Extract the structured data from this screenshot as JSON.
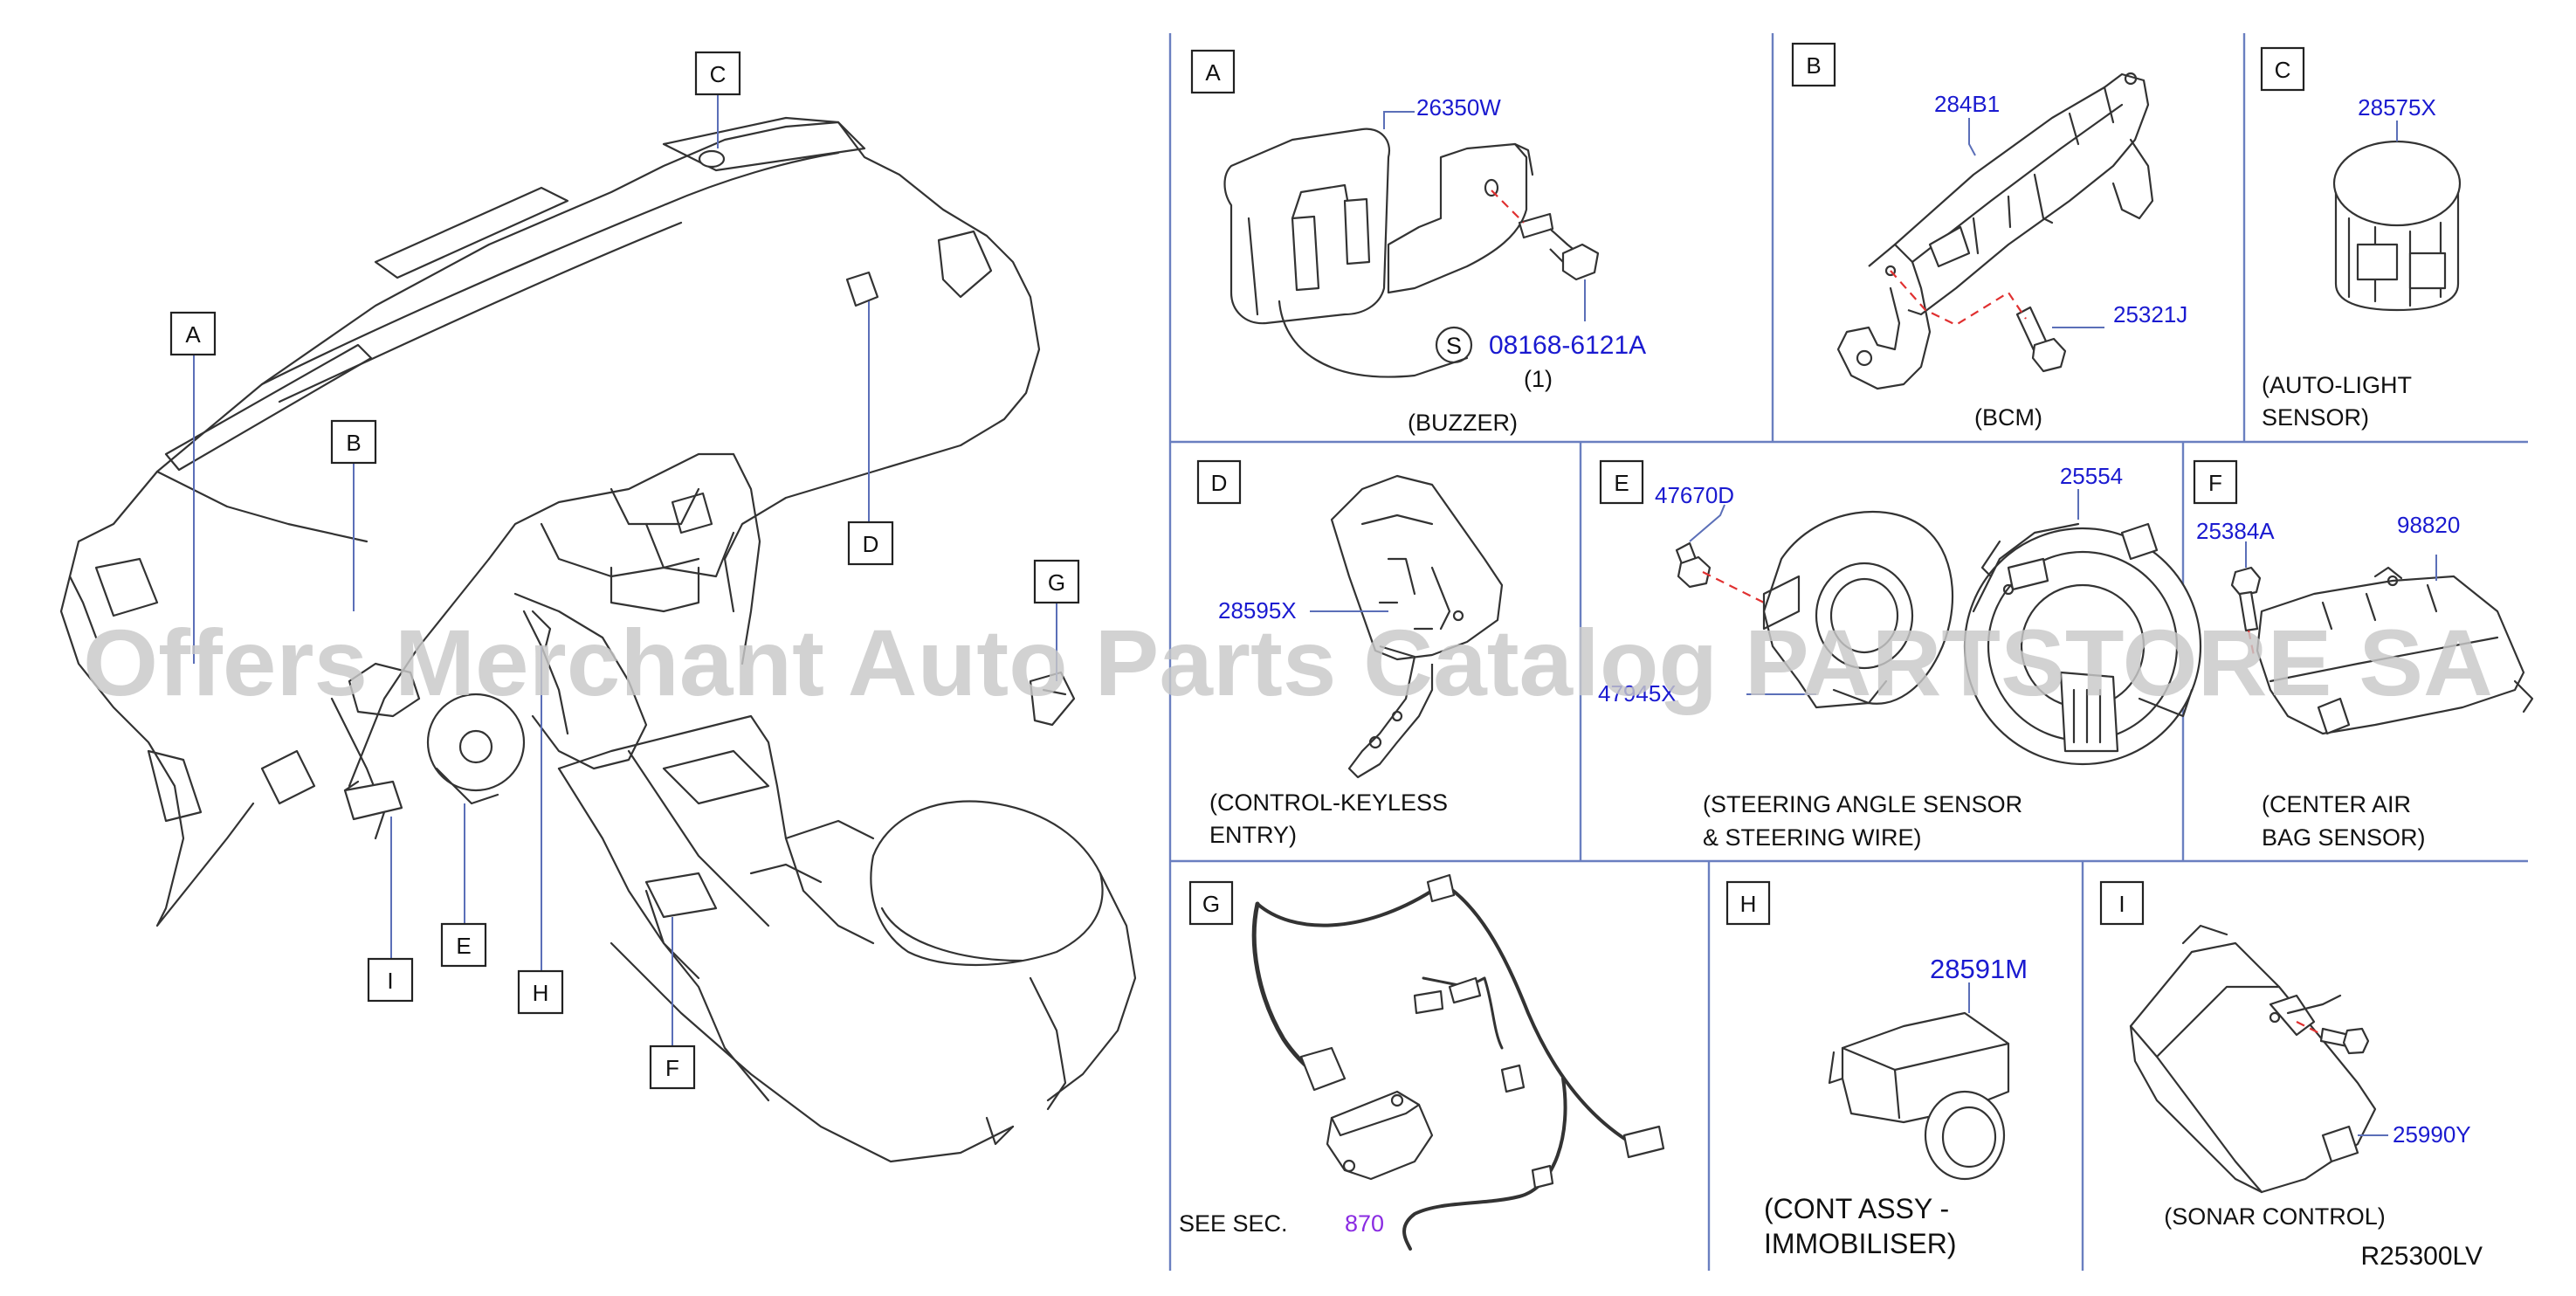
{
  "watermark": "Offers Merchant Auto Parts Catalog PARTSTORE SA",
  "drawing_code": "R25300LV",
  "overview_labels": [
    "A",
    "B",
    "C",
    "D",
    "E",
    "F",
    "G",
    "H",
    "I"
  ],
  "panels": {
    "A": {
      "letter": "A",
      "part1": "26350W",
      "s_mark": "S",
      "bolt_part": "08168-6121A",
      "qty": "(1)",
      "caption": "(BUZZER)"
    },
    "B": {
      "letter": "B",
      "part1": "284B1",
      "part2": "25321J",
      "caption": "(BCM)"
    },
    "C": {
      "letter": "C",
      "part1": "28575X",
      "caption1": "(AUTO-LIGHT",
      "caption2": "SENSOR)"
    },
    "D": {
      "letter": "D",
      "part1": "28595X",
      "caption1": "(CONTROL-KEYLESS",
      "caption2": "ENTRY)"
    },
    "E": {
      "letter": "E",
      "part1": "47670D",
      "part2": "25554",
      "part3": "47945X",
      "caption1": "(STEERING  ANGLE  SENSOR",
      "caption2": "&  STEERING  WIRE)"
    },
    "F": {
      "letter": "F",
      "part1": "25384A",
      "part2": "98820",
      "caption1": "(CENTER  AIR",
      "caption2": "BAG  SENSOR)"
    },
    "G": {
      "letter": "G",
      "see_text": "SEE  SEC.",
      "section": "870"
    },
    "H": {
      "letter": "H",
      "part1": "28591M",
      "caption1": "(CONT  ASSY  -",
      "caption2": "IMMOBILISER)"
    },
    "I": {
      "letter": "I",
      "part1": "25990Y",
      "caption": "(SONAR  CONTROL)"
    }
  },
  "colors": {
    "part_number": "#1a1ad0",
    "section_ref": "#8a2be2",
    "grid": "#6a7fc0",
    "leader": "#5b6fb8",
    "dashed_leader": "#e03030",
    "watermark": "#c9c9c9"
  }
}
